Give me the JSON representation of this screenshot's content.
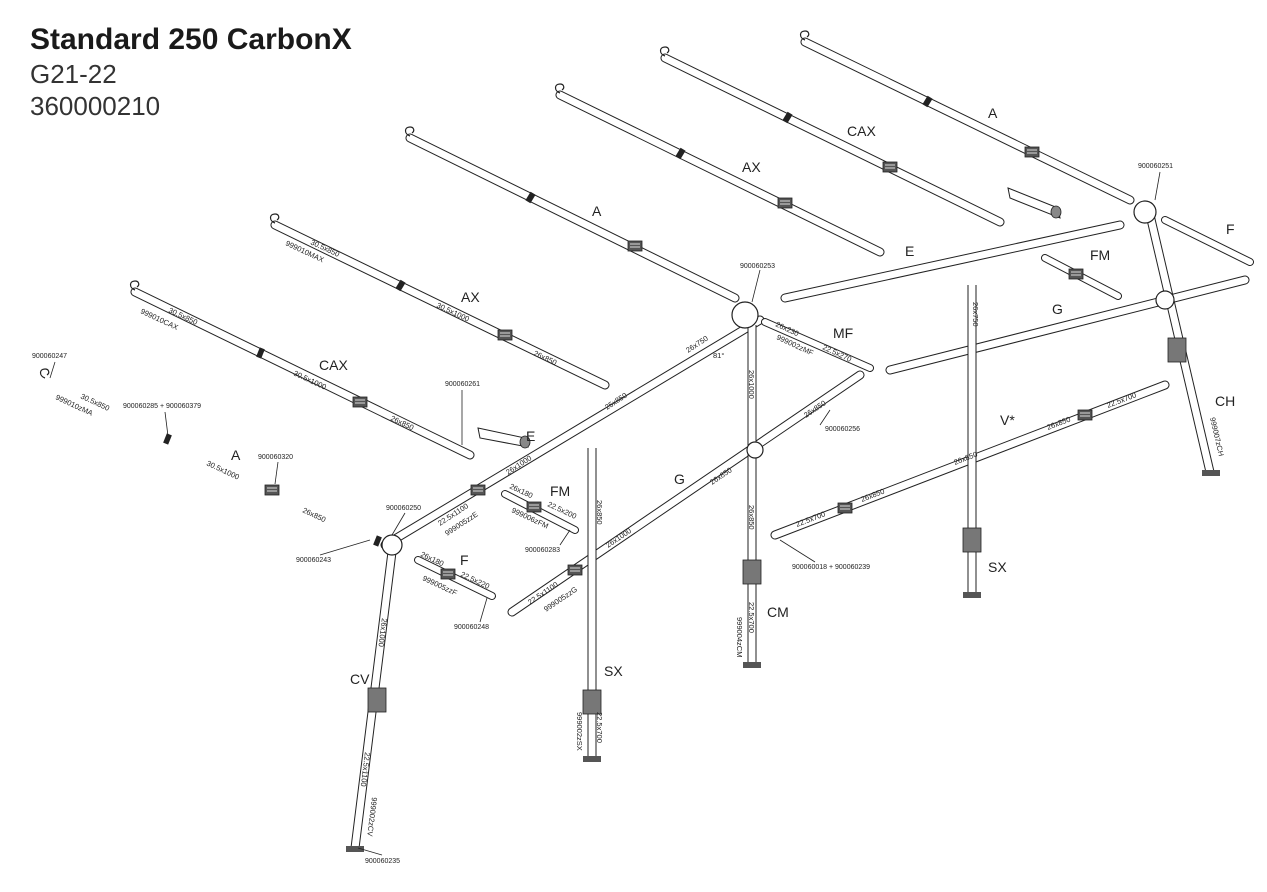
{
  "header": {
    "title": "Standard 250 CarbonX",
    "model": "G21-22",
    "article": "360000210"
  },
  "labels": {
    "a1": "A",
    "a2": "A",
    "a3": "A",
    "ax1": "AX",
    "ax2": "AX",
    "cax1": "CAX",
    "cax2": "CAX",
    "e1": "E",
    "e2": "E",
    "f1": "F",
    "f2": "F",
    "fm1": "FM",
    "fm2": "FM",
    "g1": "G",
    "g2": "G",
    "mf": "MF",
    "ch": "CH",
    "cm": "CM",
    "cv": "CV",
    "sx1": "SX",
    "sx2": "SX",
    "v": "V*"
  },
  "part_numbers": {
    "p247": "900060247",
    "p285": "900060285 + 900060379",
    "p320": "900060320",
    "p243": "900060243",
    "p250": "900060250",
    "p248": "900060248",
    "p235": "900060235",
    "p261": "900060261",
    "p283": "900060283",
    "p253": "900060253",
    "p256": "900060256",
    "p018": "900060018 + 900060239",
    "p251": "900060251"
  },
  "dimensions": {
    "d1": "30.5x850",
    "d2": "999010zMA",
    "d3": "30.5x1000",
    "d4": "26x850",
    "d5": "30.5x850",
    "d6": "999010CAX",
    "d7": "30.5x1000",
    "d8": "26x850",
    "d9": "30.5x850",
    "d10": "999010MAX",
    "d11": "30.5x1000",
    "d12": "26x850",
    "d13": "26x1000",
    "d14": "22.5x1100",
    "d15": "999005zzE",
    "d16": "26x180",
    "d17": "22.5x220",
    "d18": "999005zzF",
    "d19": "26x180",
    "d20": "22.5x200",
    "d21": "999006zFM",
    "d22": "26x1000",
    "d23": "22.5x1100",
    "d24": "999005zzG",
    "d25": "26x850",
    "d26": "26x850",
    "d27": "22.5x700",
    "d28": "999002zSX",
    "d29": "26x1000",
    "d30": "22.5x1100",
    "d31": "999002zCV",
    "d32": "26x1000",
    "d33": "26x850",
    "d34": "22.5x700",
    "d35": "999004zCM",
    "d36": "26x750",
    "d37": "25x850",
    "d38": "26x230",
    "d39": "22.5x270",
    "d40": "999002zMF",
    "d41": "26x850",
    "d42": "26x750",
    "d43": "22.5x700",
    "d44": "26x850",
    "d45": "26x850",
    "d46": "26x850",
    "d47": "22.5x700",
    "d48": "999007zCH",
    "angle": "81°"
  },
  "colors": {
    "line": "#222222",
    "pole_fill": "#ffffff",
    "connector": "#666666"
  }
}
